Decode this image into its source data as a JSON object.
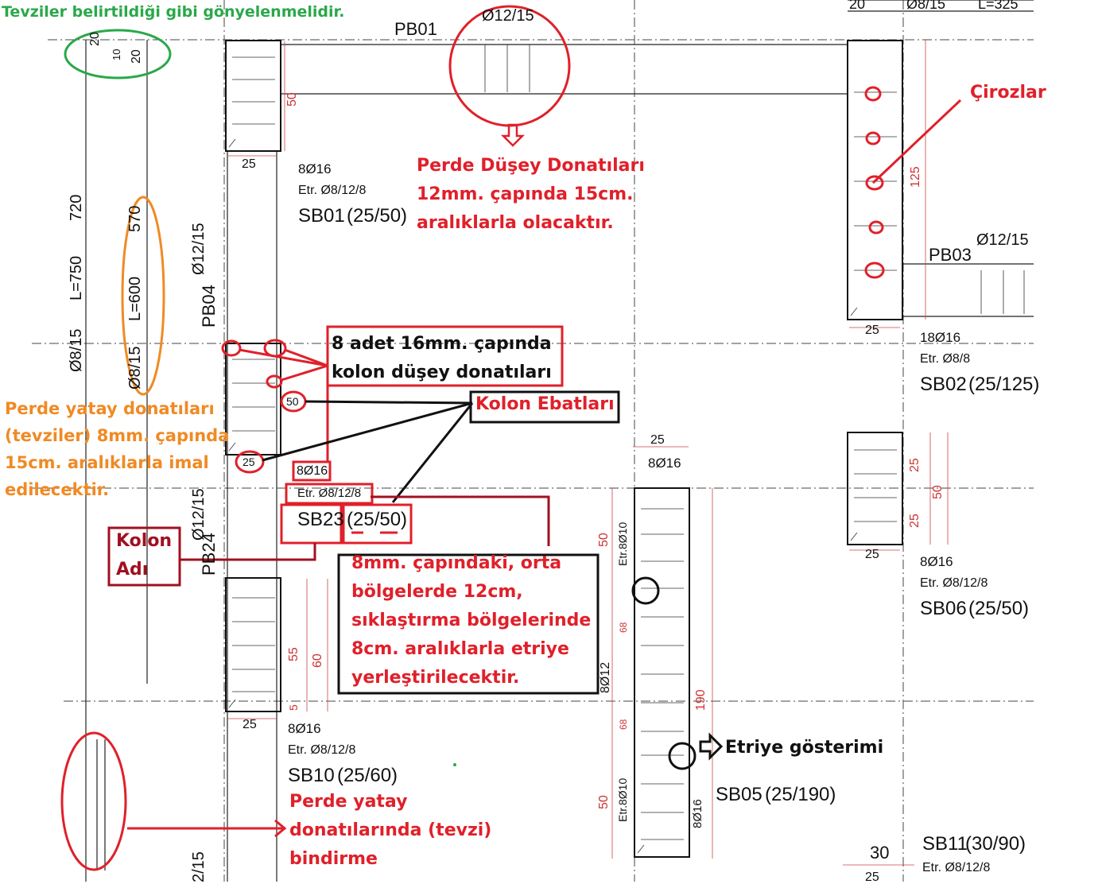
{
  "top_labels": {
    "t1": "20",
    "t2": "Ø8/15",
    "t3": "L=325"
  },
  "green_note": "Tevziler belirtildiği gibi gönyelenmelidir.",
  "spacing_labels": [
    "20",
    "10",
    "20"
  ],
  "left_dims": {
    "d720": "720",
    "d570": "570",
    "l750": "L=750",
    "l600": "L=600",
    "phi1": "Ø8/15",
    "phi2": "Ø8/15"
  },
  "beams": {
    "pb01": "PB01",
    "pb03": "PB03",
    "pb04": "PB04",
    "pb24": "PB24"
  },
  "rebars": {
    "r1": "Ø12/15",
    "r2": "Ø12/15",
    "r3": "Ø12/15",
    "r4": "Ø12/15",
    "r5": "2/15"
  },
  "columns": {
    "sb01": {
      "w": "25",
      "h": "50",
      "bars": "8Ø16",
      "stirrup": "Etr. Ø8/12/8",
      "name": "SB01",
      "dim": "(25/50)"
    },
    "sb23": {
      "w": "25",
      "h": "50",
      "bars": "8Ø16",
      "stirrup": "Etr. Ø8/12/8",
      "name": "SB23",
      "dim": "(25/50)"
    },
    "sb10": {
      "w": "25",
      "h1": "55",
      "h2": "60",
      "h3": "5",
      "bars": "8Ø16",
      "stirrup": "Etr. Ø8/12/8",
      "name": "SB10",
      "dim": "(25/60)"
    },
    "sb02": {
      "w": "25",
      "h": "125",
      "bars": "18Ø16",
      "stirrup": "Etr. Ø8/8",
      "name": "SB02",
      "dim": "(25/125)"
    },
    "sb06": {
      "w": "25",
      "h1": "25",
      "h2": "25",
      "h": "50",
      "bars": "8Ø16",
      "stirrup": "Etr. Ø8/12/8",
      "name": "SB06",
      "dim": "(25/50)"
    },
    "sb05": {
      "w": "25",
      "bars_top": "8Ø16",
      "e1": "50",
      "e2": "Etr.8Ø10",
      "e3": "68",
      "e4": "8Ø12",
      "e5": "68",
      "e6": "50",
      "e7": "Etr.8Ø10",
      "h": "190",
      "side": "8Ø16",
      "name": "SB05",
      "dim": "(25/190)"
    },
    "sb11": {
      "w": "30",
      "w2": "25",
      "name": "SB11",
      "dim": "(30/90)",
      "stirrup": "Etr. Ø8/12/8"
    }
  },
  "annotations": {
    "perde_dusey": [
      "Perde Düşey Donatıları",
      "12mm. çapında 15cm.",
      "aralıklarla olacaktır."
    ],
    "cirozlar": "Çirozlar",
    "kolon_dusey": [
      "8 adet 16mm. çapında",
      "kolon düşey donatıları"
    ],
    "kolon_ebat": "Kolon Ebatları",
    "perde_yatay": [
      "Perde yatay donatıları",
      "(tevziler) 8mm. çapında",
      "15cm. aralıklarla imal",
      "edilecektir."
    ],
    "kolon_adi": [
      "Kolon",
      "Adı"
    ],
    "etriye_note": [
      "8mm. çapındaki, orta",
      "bölgelerde 12cm,",
      "sıklaştırma bölgelerinde",
      "8cm. aralıklarla etriye",
      "yerleştirilecektir."
    ],
    "etriye_gost": "Etriye gösterimi",
    "bindirme": [
      "Perde yatay",
      "donatılarında (tevzi)",
      "bindirme"
    ]
  },
  "colors": {
    "red": "#e0202a",
    "orange": "#f08a24",
    "green": "#2aa84a",
    "darkred": "#a01020",
    "ink": "#111111"
  }
}
